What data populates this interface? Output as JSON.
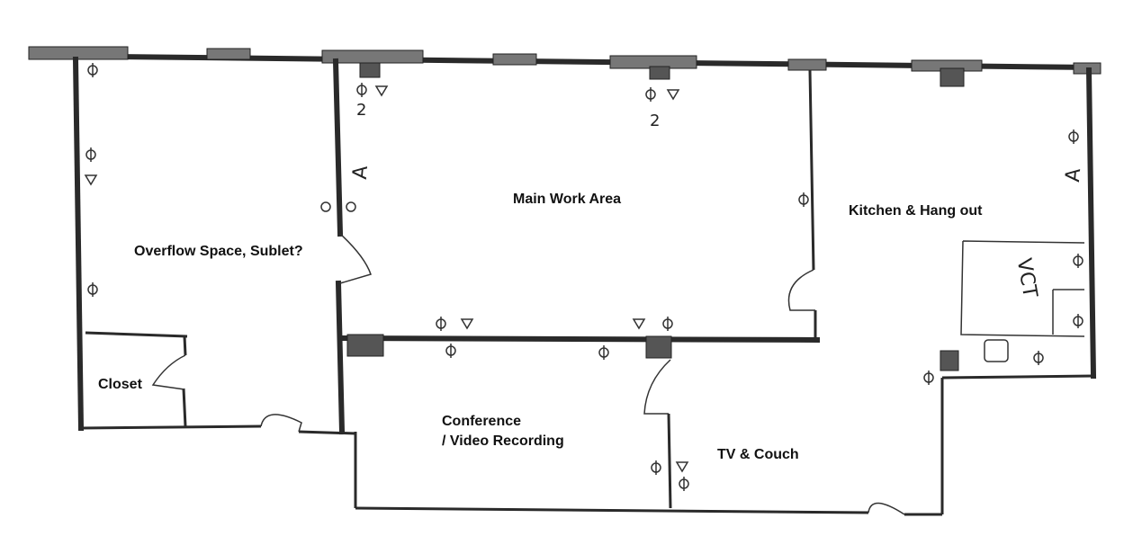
{
  "rooms": {
    "overflow": "Overflow Space, Sublet?",
    "main_work": "Main Work Area",
    "kitchen": "Kitchen & Hang out",
    "closet": "Closet",
    "conference_line1": "Conference",
    "conference_line2": "/ Video Recording",
    "tv": "TV & Couch"
  },
  "handwritten": {
    "vct": "VCT",
    "a_mark": "A",
    "two": "2"
  },
  "colors": {
    "ink": "#2a2a2a",
    "background": "#ffffff"
  }
}
